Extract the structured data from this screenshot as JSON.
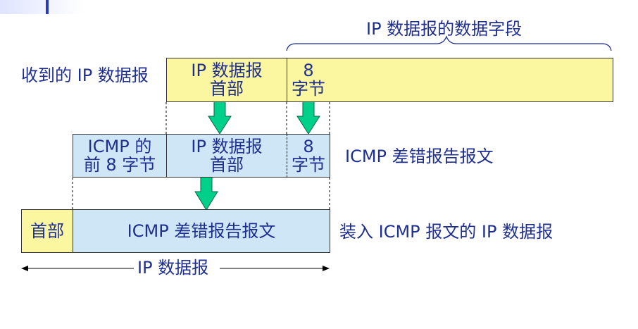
{
  "labels": {
    "data_field": "IP 数据报的数据字段",
    "received": "收到的 IP 数据报",
    "ip_header": [
      "IP 数据报",
      "首部"
    ],
    "eight_bytes": [
      "8",
      "字节"
    ],
    "icmp_front": [
      "ICMP 的",
      "前 8 字节"
    ],
    "icmp_error_msg": "ICMP 差错报告报文",
    "header": "首部",
    "icmp_error_box": "ICMP 差错报告报文",
    "encapsulated": "装入 ICMP 报文的 IP 数据报",
    "ip_datagram": "IP 数据报"
  },
  "colors": {
    "yellow": "#fbf6a0",
    "blue": "#cfe6f7",
    "text": "#1f2f8f",
    "arrow": "#00d08a",
    "accent_corner": "#4a5bd6"
  }
}
